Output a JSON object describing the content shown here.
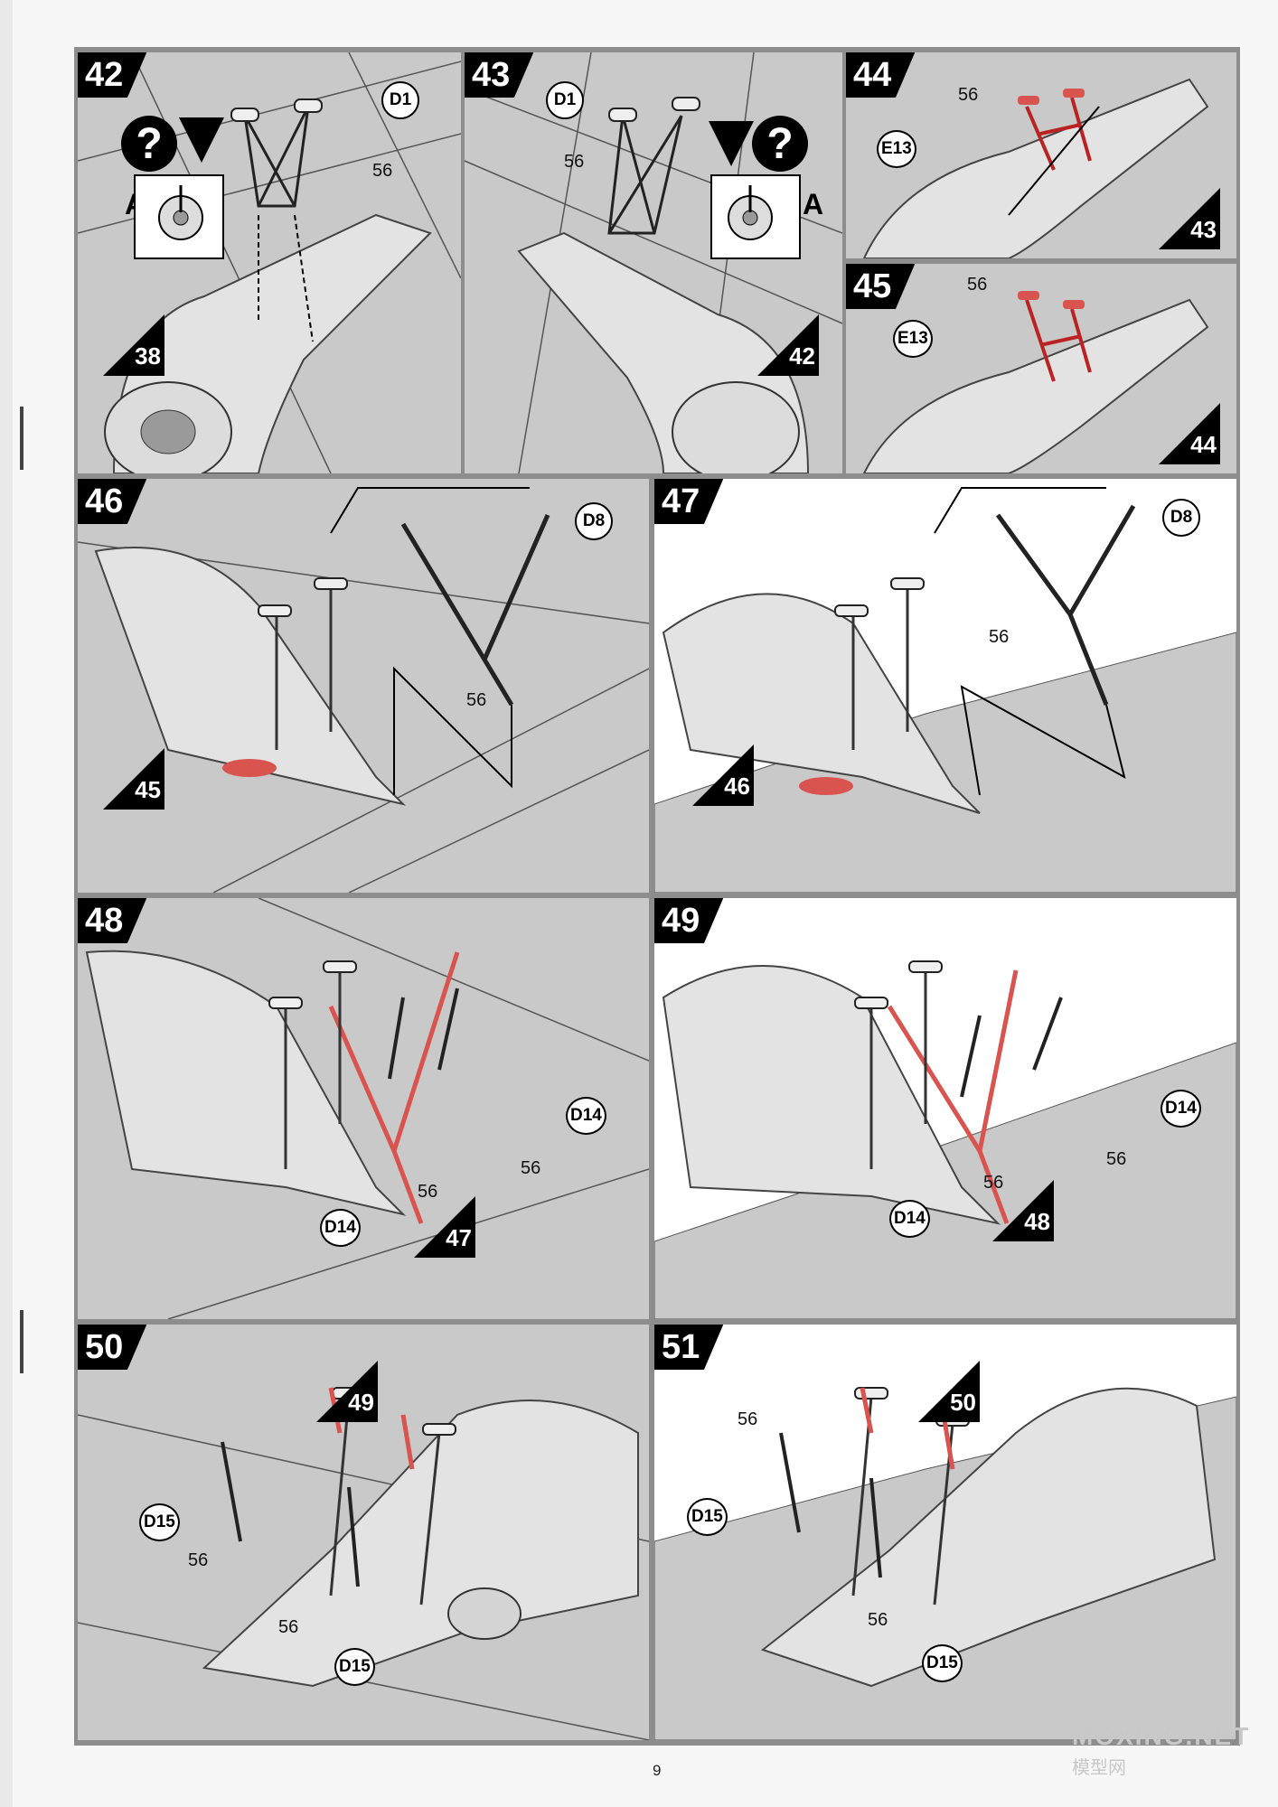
{
  "steps": {
    "s42": {
      "num": "42",
      "ref": "38",
      "c1": "D1",
      "n1": "56",
      "inset_letter": "A",
      "q": "?"
    },
    "s43": {
      "num": "43",
      "ref": "42",
      "c1": "D1",
      "n1": "56",
      "inset_letter": "A",
      "q": "?"
    },
    "s44": {
      "num": "44",
      "ref": "43",
      "c1": "E13",
      "n1": "56"
    },
    "s45": {
      "num": "45",
      "ref": "44",
      "c1": "E13",
      "n1": "56"
    },
    "s46": {
      "num": "46",
      "ref": "45",
      "c1": "D8",
      "n1": "56"
    },
    "s47": {
      "num": "47",
      "ref": "46",
      "c1": "D8",
      "n1": "56"
    },
    "s48": {
      "num": "48",
      "ref": "47",
      "c1": "D14",
      "c2": "D14",
      "n1": "56",
      "n2": "56"
    },
    "s49": {
      "num": "49",
      "ref": "48",
      "c1": "D14",
      "c2": "D14",
      "n1": "56",
      "n2": "56"
    },
    "s50": {
      "num": "50",
      "ref": "49",
      "c1": "D15",
      "c2": "D15",
      "n1": "56",
      "n2": "56"
    },
    "s51": {
      "num": "51",
      "ref": "50",
      "c1": "D15",
      "c2": "D15",
      "n1": "56",
      "n2": "56"
    }
  },
  "page_number": "9",
  "watermark": {
    "main": "MOXING.NET",
    "sub": "模型网"
  },
  "colors": {
    "frame": "#8d8d8d",
    "panel": "#c9c9c9",
    "highlight": "#d9534f"
  }
}
